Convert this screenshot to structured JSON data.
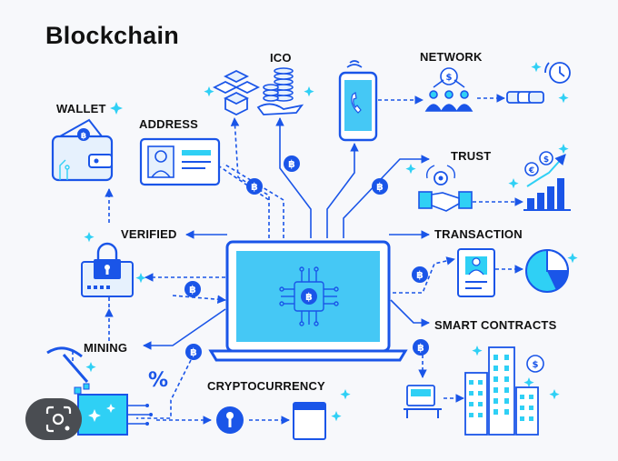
{
  "title": "Blockchain",
  "colors": {
    "blue": "#1a55e8",
    "cyan": "#2fd0f5",
    "screen": "#45c8f5",
    "ink": "#111111",
    "light": "#e6f1fd"
  },
  "labels": {
    "wallet": "WALLET",
    "address": "ADDRESS",
    "ico": "ICO",
    "network": "NETWORK",
    "trust": "TRUST",
    "verified": "VERIFIED",
    "transaction": "TRANSACTION",
    "smart_contracts": "SMART CONTRACTS",
    "mining": "MINING",
    "cryptocurrency": "CRYPTOCURRENCY"
  },
  "symbols": {
    "bitcoin": "฿",
    "percent": "%",
    "dollar": "$",
    "euro": "€"
  },
  "icons": [
    "wallet-icon",
    "id-card-icon",
    "cube-stack-icon",
    "coin-stack-icon",
    "smartphone-icon",
    "people-network-icon",
    "chain-link-icon",
    "clock-icon",
    "gear-handshake-icon",
    "growth-chart-icon",
    "padlock-icon",
    "document-user-icon",
    "pie-chart-icon",
    "buildings-icon",
    "server-icon",
    "pickaxe-icon",
    "mining-chip-icon",
    "key-icon",
    "window-icon",
    "laptop-chip-icon",
    "google-lens-icon"
  ]
}
